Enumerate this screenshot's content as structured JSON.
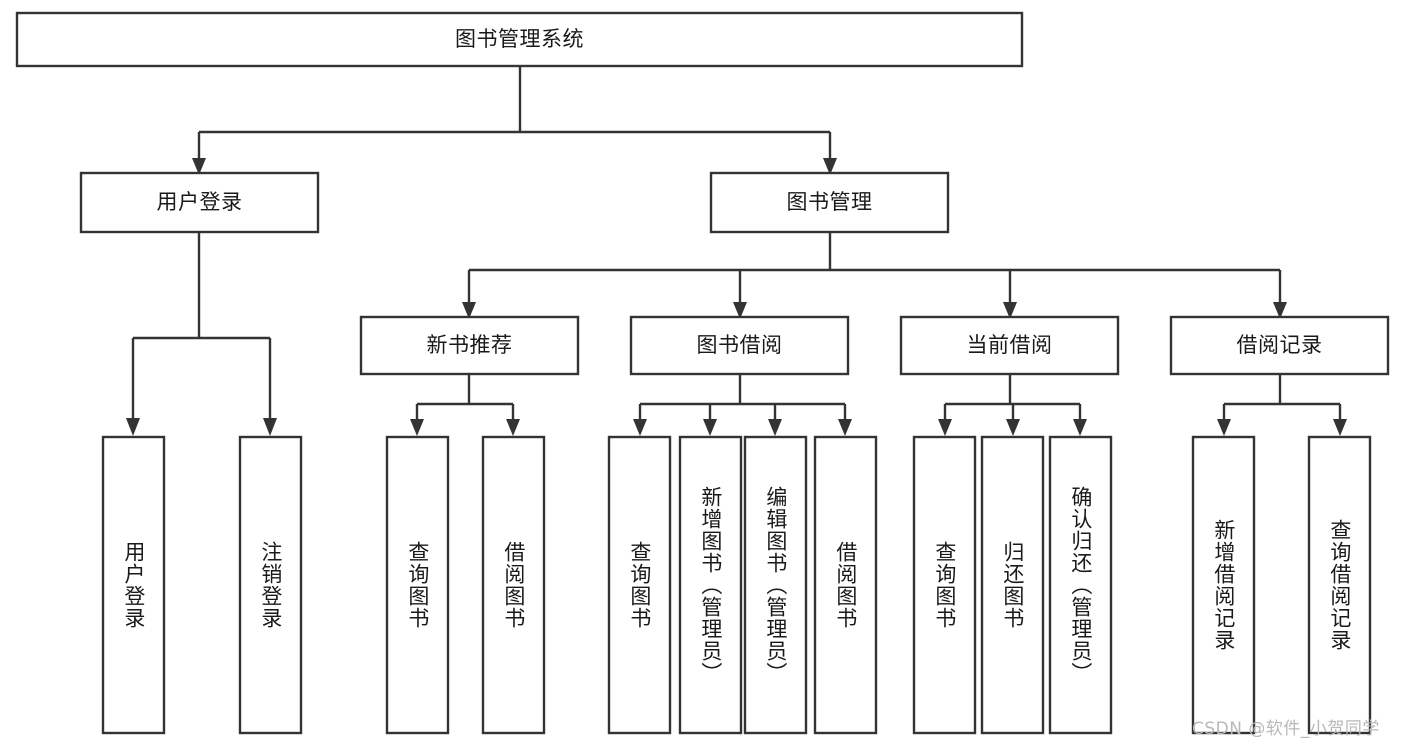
{
  "diagram": {
    "type": "tree",
    "title": "图书管理系统",
    "orientation": "top-down",
    "colors": {
      "box_stroke": "#333333",
      "box_fill": "#ffffff",
      "connector": "#333333",
      "text": "#1a1a1a",
      "watermark": "#b8b8b8",
      "background": "#ffffff"
    },
    "root": {
      "label": "图书管理系统",
      "level": 0
    },
    "level1": [
      {
        "label": "用户登录"
      },
      {
        "label": "图书管理"
      }
    ],
    "level2": [
      {
        "label": "新书推荐",
        "parent": "图书管理"
      },
      {
        "label": "图书借阅",
        "parent": "图书管理"
      },
      {
        "label": "当前借阅",
        "parent": "图书管理"
      },
      {
        "label": "借阅记录",
        "parent": "图书管理"
      }
    ],
    "leaves_user_login": [
      {
        "label": "用户登录"
      },
      {
        "label": "注销登录"
      }
    ],
    "leaves_new_book": [
      {
        "label": "查询图书"
      },
      {
        "label": "借阅图书"
      }
    ],
    "leaves_borrow": [
      {
        "label": "查询图书"
      },
      {
        "label": "新增图书（管理员）"
      },
      {
        "label": "编辑图书（管理员）"
      },
      {
        "label": "借阅图书"
      }
    ],
    "leaves_current": [
      {
        "label": "查询图书"
      },
      {
        "label": "归还图书"
      },
      {
        "label": "确认归还（管理员）"
      }
    ],
    "leaves_records": [
      {
        "label": "新增借阅记录"
      },
      {
        "label": "查询借阅记录"
      }
    ]
  },
  "watermark": {
    "text": "CSDN @软件_小贺同学"
  }
}
